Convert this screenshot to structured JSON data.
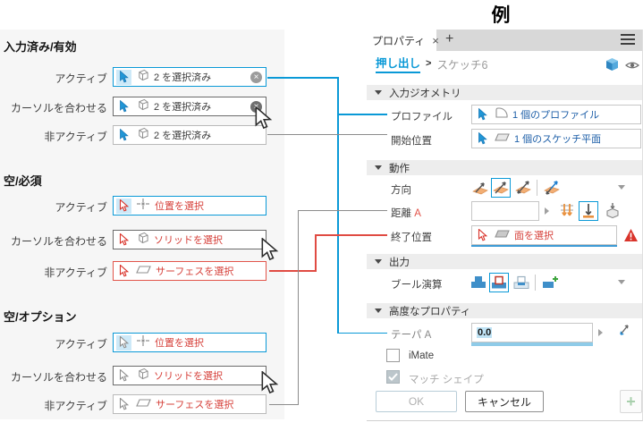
{
  "title": "例",
  "colors": {
    "accent_blue": "#0a99d7",
    "error_red": "#e2544a",
    "value_blue": "#1e5fa8",
    "text_red": "#d6403a"
  },
  "left": {
    "groups": [
      {
        "header": "入力済み/有効",
        "rows": [
          {
            "label": "アクティブ",
            "text": "2 を選択済み"
          },
          {
            "label": "カーソルを合わせる",
            "text": "2 を選択済み"
          },
          {
            "label": "非アクティブ",
            "text": "2 を選択済み"
          }
        ]
      },
      {
        "header": "空/必須",
        "rows": [
          {
            "label": "アクティブ",
            "text": "位置を選択"
          },
          {
            "label": "カーソルを合わせる",
            "text": "ソリッドを選択"
          },
          {
            "label": "非アクティブ",
            "text": "サーフェスを選択"
          }
        ]
      },
      {
        "header": "空/オプション",
        "rows": [
          {
            "label": "アクティブ",
            "text": "位置を選択"
          },
          {
            "label": "カーソルを合わせる",
            "text": "ソリッドを選択"
          },
          {
            "label": "非アクティブ",
            "text": "サーフェスを選択"
          }
        ]
      }
    ],
    "clear_glyph": "×"
  },
  "panel": {
    "tab": {
      "title": "プロパティ",
      "close": "×",
      "add": "+"
    },
    "breadcrumb": {
      "feature": "押し出し",
      "separator": ">",
      "item": "スケッチ6"
    },
    "sections": {
      "input_geometry": {
        "title": "入力ジオメトリ",
        "profile": {
          "label": "プロファイル",
          "value": "1 個のプロファイル"
        },
        "start": {
          "label": "開始位置",
          "value": "1 個のスケッチ平面"
        }
      },
      "behavior": {
        "title": "動作",
        "direction_label": "方向",
        "distance_label": "距離",
        "distance_param": "A",
        "end_label": "終了位置",
        "end_value": "面を選択"
      },
      "output": {
        "title": "出力",
        "boolean_label": "ブール演算"
      },
      "advanced": {
        "title": "高度なプロパティ",
        "taper_label": "テーパ",
        "taper_param": "A",
        "taper_value": "0.0",
        "imate": {
          "label": "iMate",
          "checked": false
        },
        "match_shape": {
          "label": "マッチ シェイプ",
          "checked": true,
          "disabled": true
        }
      }
    },
    "footer": {
      "ok": "OK",
      "cancel": "キャンセル",
      "add": "+"
    }
  },
  "icons": [
    "pointer-cursor-icon",
    "select-cursor-icon",
    "cube-icon",
    "position-crosshair-icon",
    "surface-plane-icon",
    "profile-icon",
    "clear-circle-icon",
    "hamburger-menu-icon",
    "solid-cube-icon",
    "eye-icon",
    "section-collapse-icon",
    "direction-default-icon",
    "direction-flipped-icon",
    "direction-symmetric-icon",
    "direction-asymmetric-icon",
    "through-all-icon",
    "distance-icon",
    "to-next-icon",
    "boolean-join-icon",
    "boolean-cut-icon",
    "boolean-intersect-icon",
    "boolean-new-solid-icon",
    "spinner-icon",
    "dropdown-caret-icon",
    "warning-icon",
    "taper-flip-icon",
    "checkmark-icon"
  ]
}
